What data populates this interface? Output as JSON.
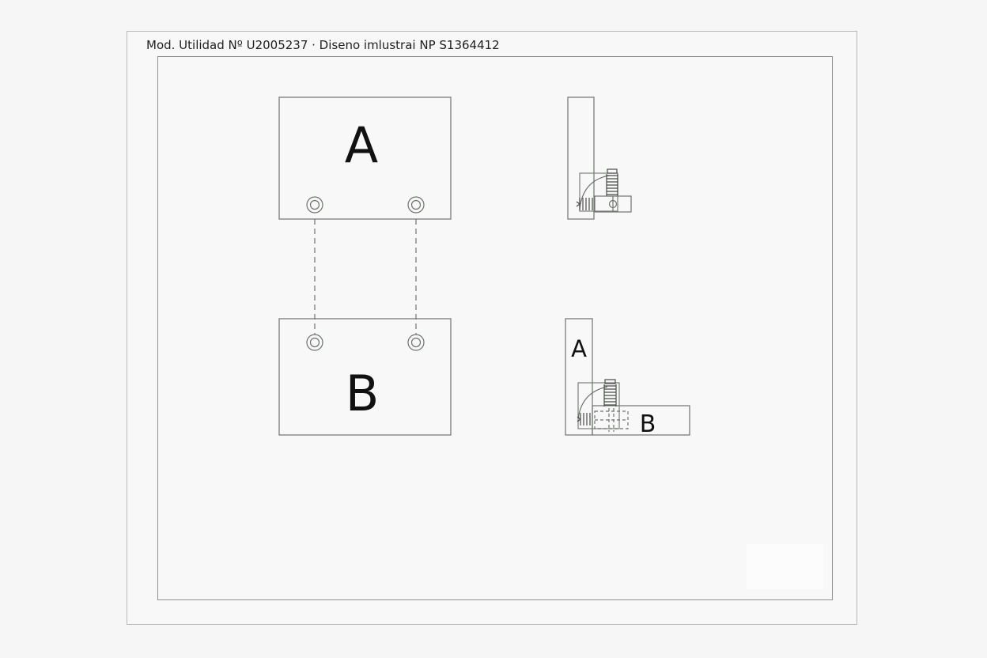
{
  "sheet": {
    "header": "Mod. Utilidad Nº U2005237 · Diseno imlustrai NP S1364412"
  },
  "views": {
    "front_top_label": "A",
    "front_bottom_label": "B",
    "side_assembled_label_a": "A",
    "side_assembled_label_b": "B"
  }
}
